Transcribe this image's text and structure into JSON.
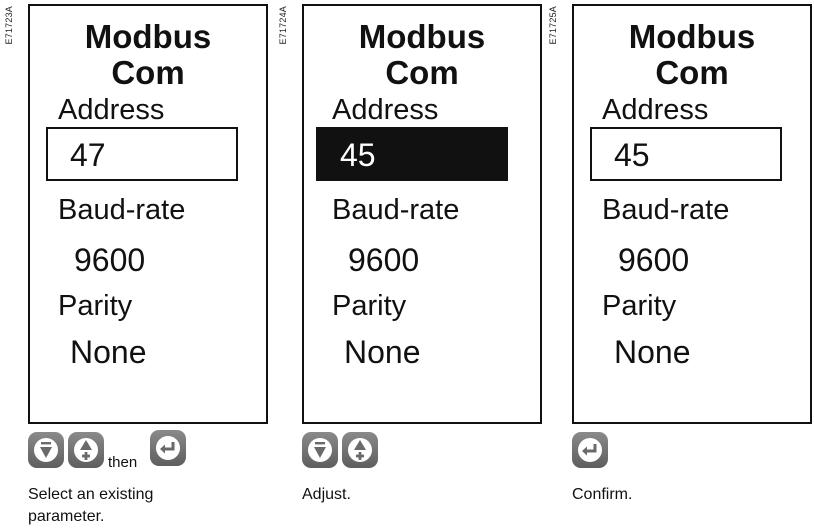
{
  "colors": {
    "frame": "#111111",
    "key": "#6e6e6e",
    "highlight_bg": "#111111",
    "highlight_text": "#ffffff"
  },
  "panels": [
    {
      "ref": "E71723A",
      "title_line1": "Modbus",
      "title_line2": "Com",
      "address_label": "Address",
      "address_value": "47",
      "address_state": "selected-outline",
      "baud_label": "Baud-rate",
      "baud_value": "9600",
      "parity_label": "Parity",
      "parity_value": "None",
      "keys": [
        "down-key-icon",
        "up-key-icon",
        "enter-key-icon"
      ],
      "then_text": "then",
      "caption": "Select an existing parameter."
    },
    {
      "ref": "E71724A",
      "title_line1": "Modbus",
      "title_line2": "Com",
      "address_label": "Address",
      "address_value": "45",
      "address_state": "inverted-editing",
      "baud_label": "Baud-rate",
      "baud_value": "9600",
      "parity_label": "Parity",
      "parity_value": "None",
      "keys": [
        "down-key-icon",
        "up-key-icon"
      ],
      "caption": "Adjust."
    },
    {
      "ref": "E71725A",
      "title_line1": "Modbus",
      "title_line2": "Com",
      "address_label": "Address",
      "address_value": "45",
      "address_state": "selected-outline",
      "baud_label": "Baud-rate",
      "baud_value": "9600",
      "parity_label": "Parity",
      "parity_value": "None",
      "keys": [
        "enter-key-icon"
      ],
      "caption": "Confirm."
    }
  ]
}
